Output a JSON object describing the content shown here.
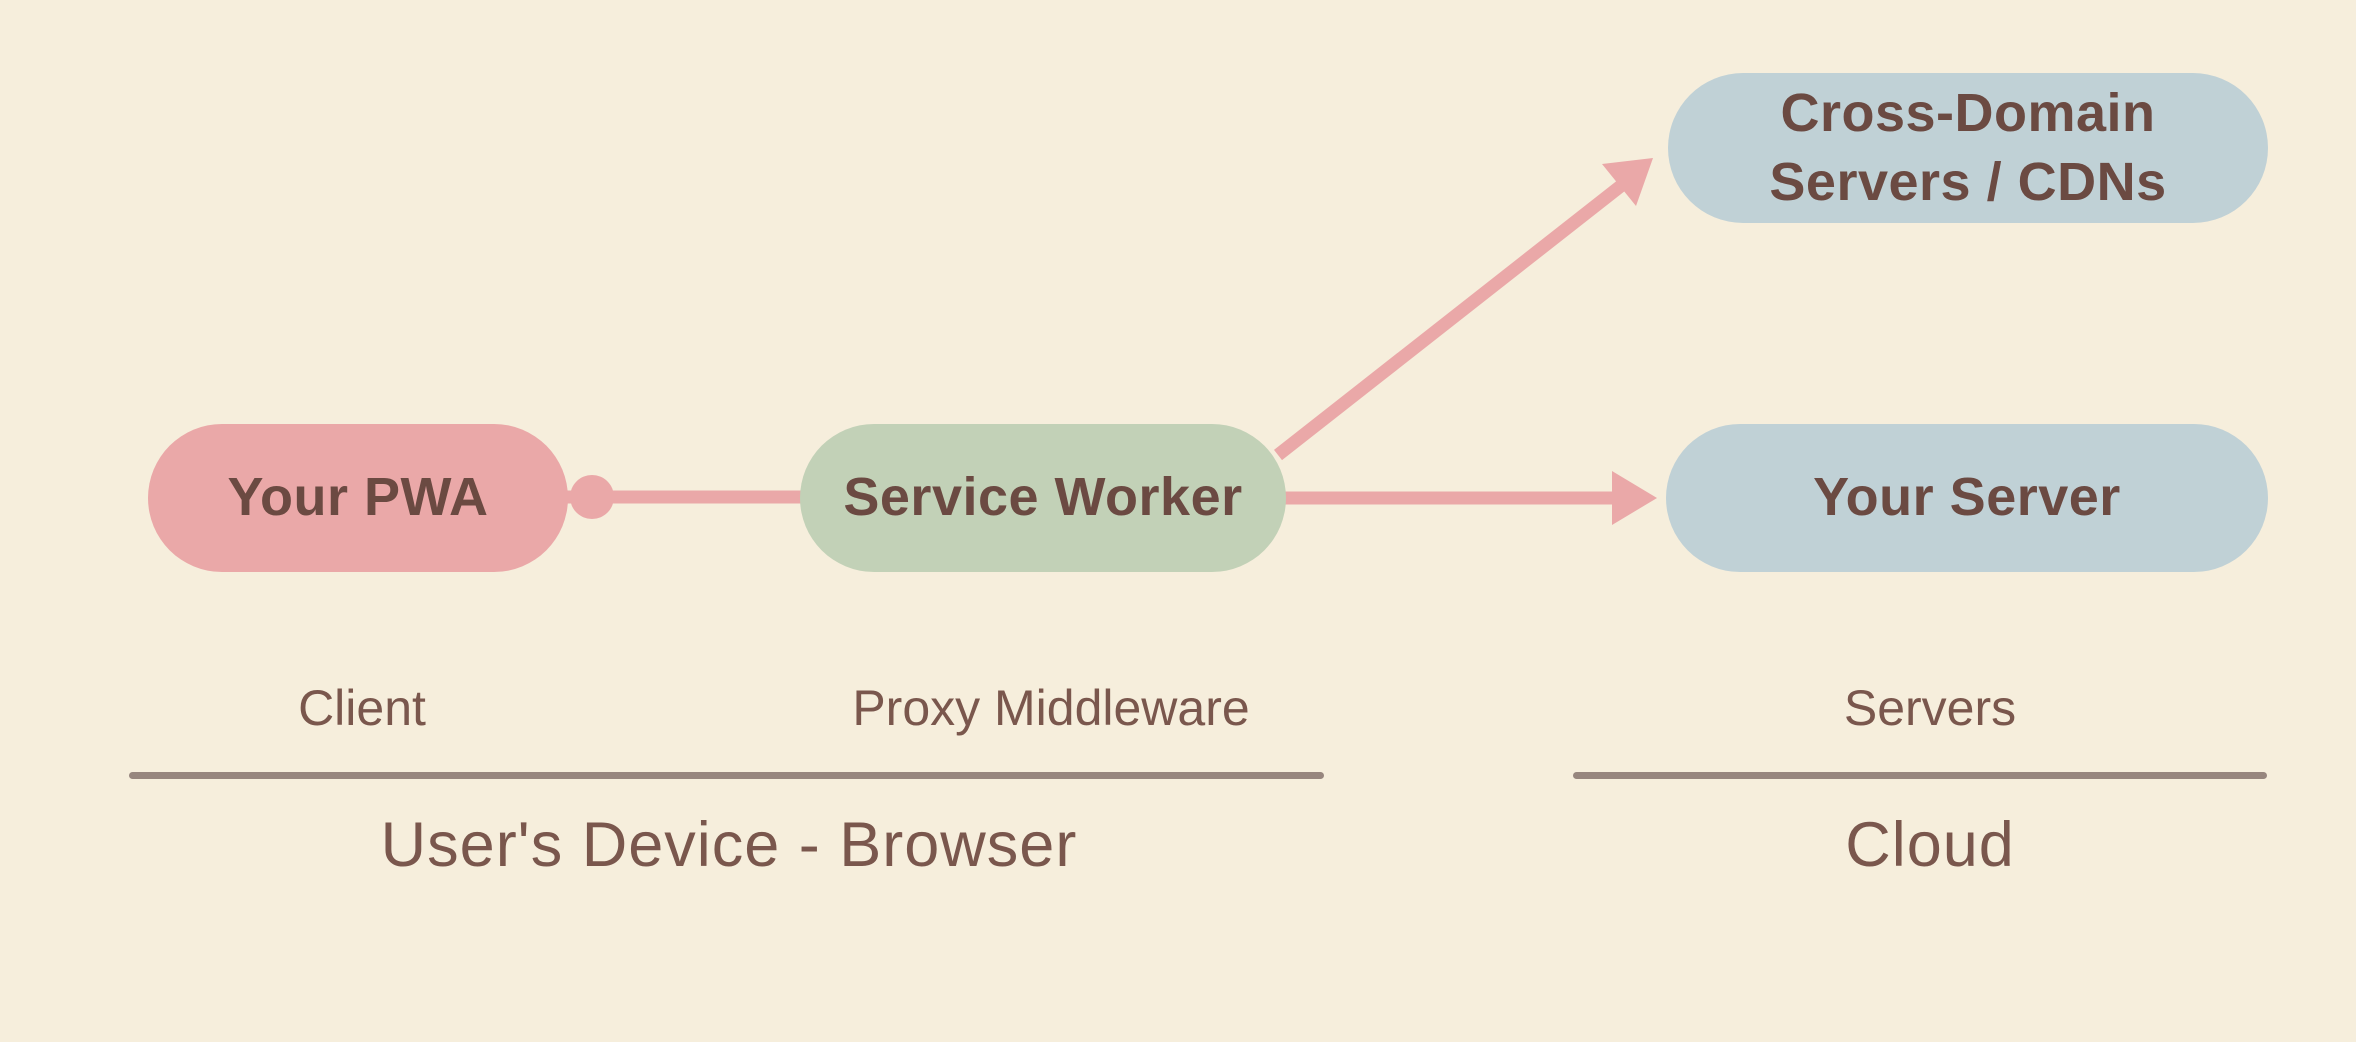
{
  "colors": {
    "background": "#f6eedc",
    "connector-pink": "#eaa8a8",
    "node-pink": "#eaa8a8",
    "node-green": "#c2d1b7",
    "node-blue": "#c0d1d6",
    "node-text": "#6b4a42",
    "label-text": "#7a574d",
    "divider": "#97867e"
  },
  "nodes": {
    "your_pwa": {
      "label": "Your PWA"
    },
    "service_worker": {
      "label": "Service Worker"
    },
    "cross_domain": {
      "line1": "Cross-Domain",
      "line2": "Servers / CDNs"
    },
    "your_server": {
      "label": "Your Server"
    }
  },
  "labels": {
    "client": "Client",
    "proxy_middleware": "Proxy Middleware",
    "servers": "Servers",
    "users_device": "User's Device - Browser",
    "cloud": "Cloud"
  }
}
